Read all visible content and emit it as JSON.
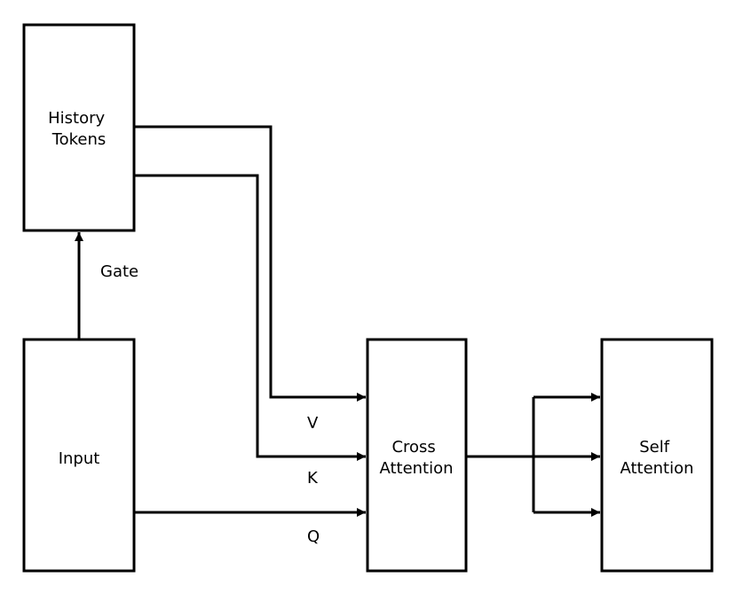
{
  "nodes": {
    "history": {
      "lines": [
        "History",
        "Tokens"
      ]
    },
    "input": {
      "lines": [
        "Input"
      ]
    },
    "cross": {
      "lines": [
        "Cross",
        "Attention"
      ]
    },
    "self": {
      "lines": [
        "Self",
        "Attention"
      ]
    }
  },
  "edges": {
    "gate": {
      "label": "Gate"
    },
    "v": {
      "label": "V"
    },
    "k": {
      "label": "K"
    },
    "q": {
      "label": "Q"
    }
  },
  "colors": {
    "stroke": "#000000",
    "fill": "#ffffff"
  }
}
